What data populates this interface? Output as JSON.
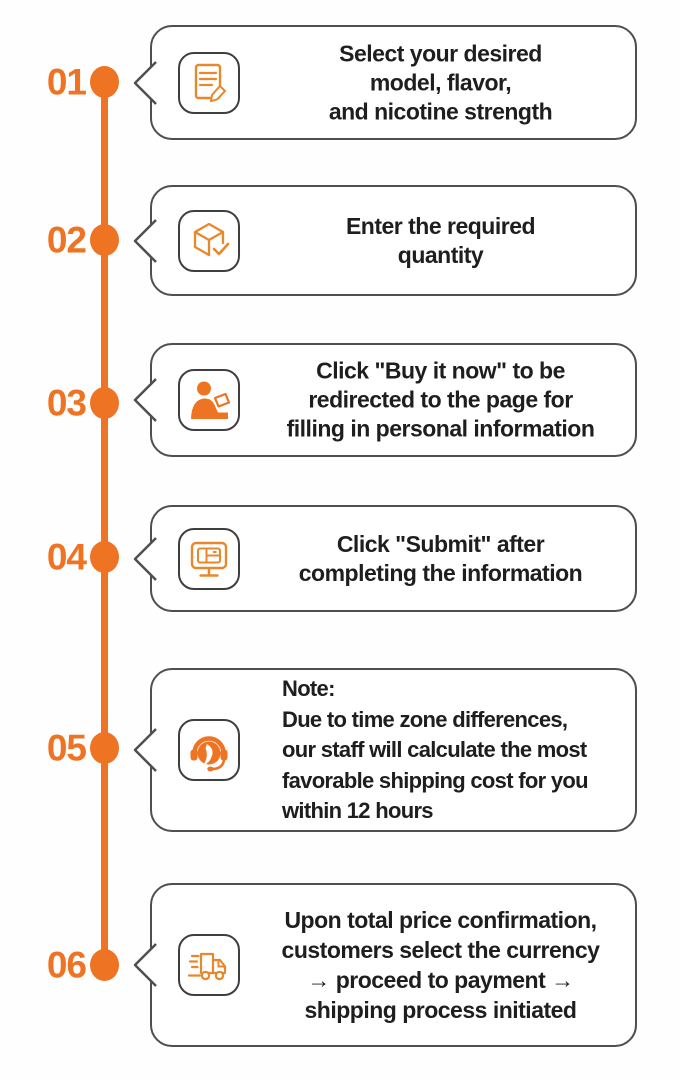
{
  "theme": {
    "orange": "#ee7322",
    "icon-orange": "#e8882d",
    "border-dark": "#4f4f4f",
    "iconbox-border": "#3f3f3f",
    "text": "#1e1e1e"
  },
  "diagram_title": "Ordering process timeline",
  "steps": [
    {
      "number": "01",
      "icon": "order-form-icon",
      "lines": [
        "Select your desired",
        "model, flavor,",
        "and nicotine strength"
      ]
    },
    {
      "number": "02",
      "icon": "package-check-icon",
      "lines": [
        "Enter the required",
        "quantity"
      ]
    },
    {
      "number": "03",
      "icon": "person-writing-icon",
      "lines": [
        "Click \"Buy it now\" to be",
        "redirected to the page for",
        "filling in personal information"
      ]
    },
    {
      "number": "04",
      "icon": "monitor-form-icon",
      "lines": [
        "Click \"Submit\" after",
        "completing the information"
      ]
    },
    {
      "number": "05",
      "icon": "support-headset-icon",
      "lines": [
        "Note:",
        "Due to time zone differences,",
        "our staff will calculate the most",
        "favorable shipping cost for you",
        "within 12 hours"
      ]
    },
    {
      "number": "06",
      "icon": "delivery-truck-icon",
      "lines": [
        "Upon total price confirmation,",
        "customers select the currency",
        "→ proceed to payment →",
        "shipping process initiated"
      ]
    }
  ]
}
